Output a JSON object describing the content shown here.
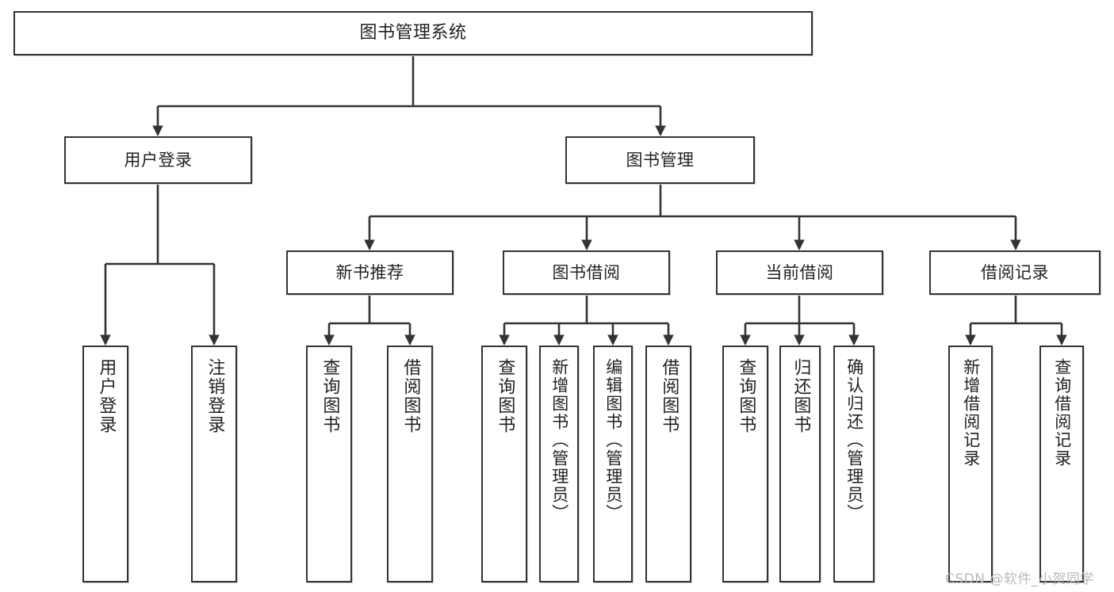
{
  "diagram": {
    "type": "tree",
    "title": "图书管理系统",
    "orientation": "top-down",
    "colors": {
      "background": "#ffffff",
      "node_fill": "#ffffff",
      "node_border": "#333333",
      "edge": "#333333",
      "text": "#222222",
      "watermark": "#b9b9b9"
    },
    "levels": 3
  },
  "nodes": {
    "root": {
      "label": "图书管理系统"
    },
    "level2": [
      {
        "id": "user-login",
        "label": "用户登录"
      },
      {
        "id": "book-management",
        "label": "图书管理"
      }
    ],
    "level3": [
      {
        "id": "new-book-recommend",
        "label": "新书推荐"
      },
      {
        "id": "book-borrow",
        "label": "图书借阅"
      },
      {
        "id": "current-borrow",
        "label": "当前借阅"
      },
      {
        "id": "borrow-record",
        "label": "借阅记录"
      }
    ],
    "leaves": {
      "user_login": [
        {
          "id": "leaf-user-login",
          "label": "用户登录"
        },
        {
          "id": "leaf-logout",
          "label": "注销登录"
        }
      ],
      "new_book_recommend": [
        {
          "id": "leaf-query-book-1",
          "label": "查询图书"
        },
        {
          "id": "leaf-borrow-book-1",
          "label": "借阅图书"
        }
      ],
      "book_borrow": [
        {
          "id": "leaf-query-book-2",
          "label": "查询图书"
        },
        {
          "id": "leaf-add-book",
          "label": "新增图书（管理员）"
        },
        {
          "id": "leaf-edit-book",
          "label": "编辑图书（管理员）"
        },
        {
          "id": "leaf-borrow-book-2",
          "label": "借阅图书"
        }
      ],
      "current_borrow": [
        {
          "id": "leaf-query-book-3",
          "label": "查询图书"
        },
        {
          "id": "leaf-return-book",
          "label": "归还图书"
        },
        {
          "id": "leaf-confirm-return",
          "label": "确认归还（管理员）"
        }
      ],
      "borrow_record": [
        {
          "id": "leaf-add-record",
          "label": "新增借阅记录"
        },
        {
          "id": "leaf-query-record",
          "label": "查询借阅记录"
        }
      ]
    }
  },
  "watermark": {
    "text": "CSDN @软件_小贺同学"
  }
}
